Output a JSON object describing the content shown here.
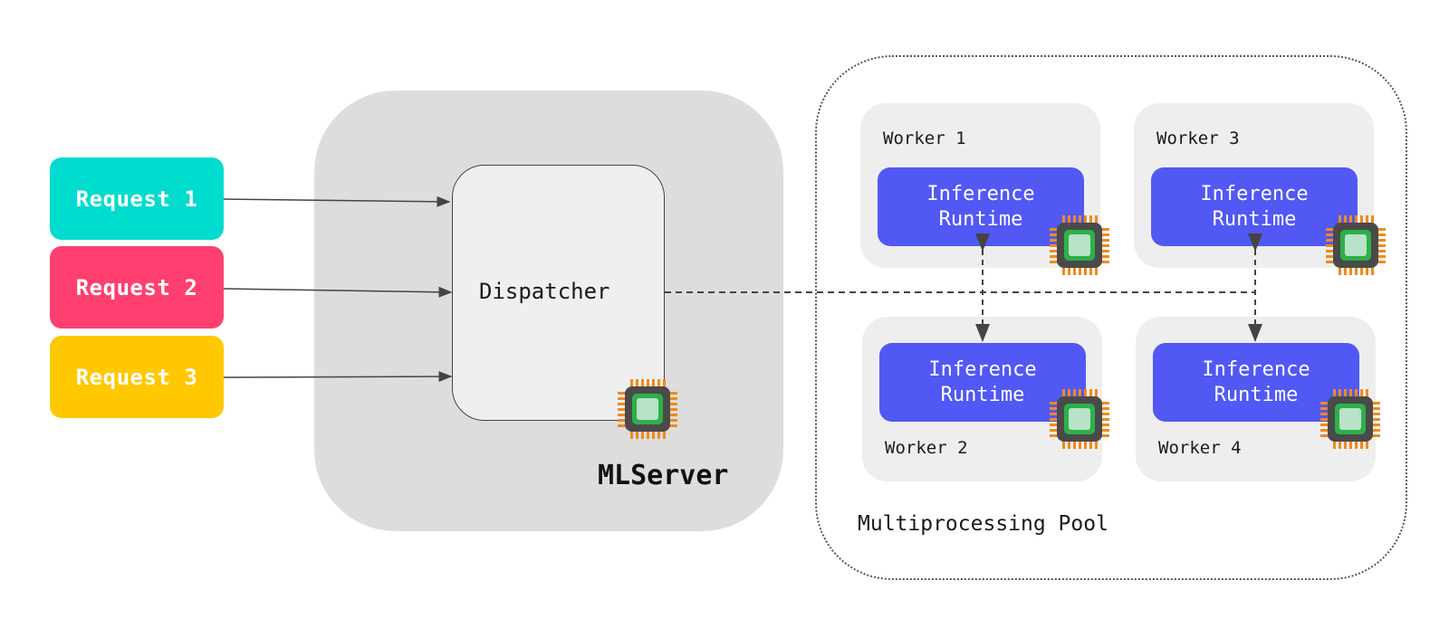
{
  "requests": [
    {
      "label": "Request 1",
      "color": "#00dccd"
    },
    {
      "label": "Request 2",
      "color": "#fe3f70"
    },
    {
      "label": "Request 3",
      "color": "#ffc800"
    }
  ],
  "mlserver": {
    "label": "MLServer",
    "dispatcher_label": "Dispatcher"
  },
  "pool": {
    "label": "Multiprocessing Pool",
    "workers": [
      {
        "label": "Worker 1",
        "runtime_line1": "Inference",
        "runtime_line2": "Runtime"
      },
      {
        "label": "Worker 2",
        "runtime_line1": "Inference",
        "runtime_line2": "Runtime"
      },
      {
        "label": "Worker 3",
        "runtime_line1": "Inference",
        "runtime_line2": "Runtime"
      },
      {
        "label": "Worker 4",
        "runtime_line1": "Inference",
        "runtime_line2": "Runtime"
      }
    ]
  },
  "icons": {
    "processor": "cpu-chip-icon"
  },
  "colors": {
    "runtime": "#5158f4",
    "chip_pins": "#f08a1a",
    "chip_body": "#4a4a4a",
    "chip_core": "#2db04a"
  }
}
